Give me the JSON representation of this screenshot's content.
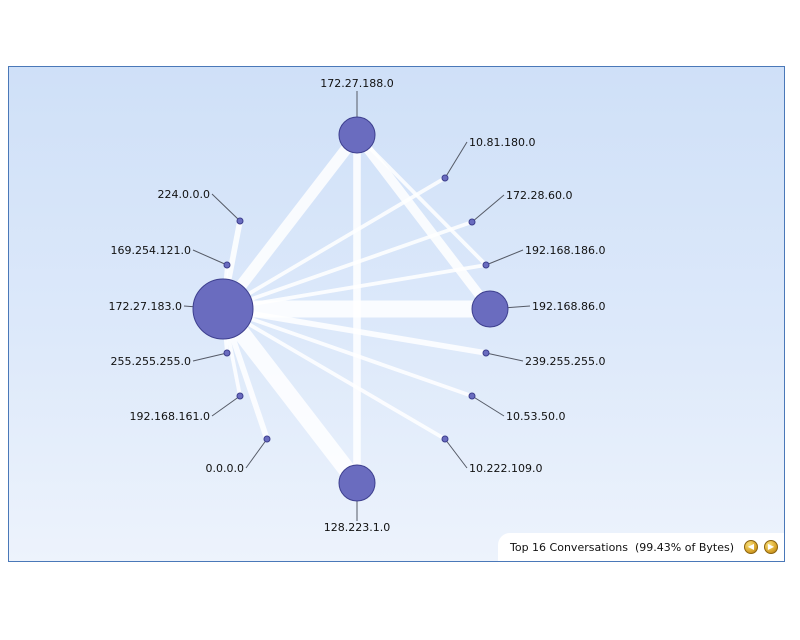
{
  "diagram": {
    "nodes": [
      {
        "id": "n1",
        "label": "172.27.188.0",
        "size": 3,
        "color": "#6a6cbf"
      },
      {
        "id": "n2",
        "label": "10.81.180.0",
        "size": 1,
        "color": "#6a6cbf"
      },
      {
        "id": "n3",
        "label": "172.28.60.0",
        "size": 1,
        "color": "#6a6cbf"
      },
      {
        "id": "n4",
        "label": "192.168.186.0",
        "size": 1,
        "color": "#6a6cbf"
      },
      {
        "id": "n5",
        "label": "192.168.86.0",
        "size": 3,
        "color": "#6a6cbf"
      },
      {
        "id": "n6",
        "label": "239.255.255.0",
        "size": 1,
        "color": "#6a6cbf"
      },
      {
        "id": "n7",
        "label": "10.53.50.0",
        "size": 1,
        "color": "#6a6cbf"
      },
      {
        "id": "n8",
        "label": "10.222.109.0",
        "size": 1,
        "color": "#6a6cbf"
      },
      {
        "id": "n9",
        "label": "128.223.1.0",
        "size": 3,
        "color": "#6a6cbf"
      },
      {
        "id": "n10",
        "label": "0.0.0.0",
        "size": 1,
        "color": "#6a6cbf"
      },
      {
        "id": "n11",
        "label": "192.168.161.0",
        "size": 1,
        "color": "#6a6cbf"
      },
      {
        "id": "n12",
        "label": "255.255.255.0",
        "size": 1,
        "color": "#6a6cbf"
      },
      {
        "id": "n13",
        "label": "172.27.183.0",
        "size": 5,
        "color": "#6a6cbf"
      },
      {
        "id": "n14",
        "label": "169.254.121.0",
        "size": 1,
        "color": "#6a6cbf"
      },
      {
        "id": "n15",
        "label": "224.0.0.0",
        "size": 1,
        "color": "#6a6cbf"
      }
    ],
    "edges": [
      {
        "from": "n13",
        "to": "n5",
        "weight": 9
      },
      {
        "from": "n13",
        "to": "n9",
        "weight": 9
      },
      {
        "from": "n13",
        "to": "n1",
        "weight": 6
      },
      {
        "from": "n1",
        "to": "n5",
        "weight": 5
      },
      {
        "from": "n1",
        "to": "n9",
        "weight": 4
      },
      {
        "from": "n13",
        "to": "n6",
        "weight": 3
      },
      {
        "from": "n13",
        "to": "n4",
        "weight": 2
      },
      {
        "from": "n13",
        "to": "n3",
        "weight": 2
      },
      {
        "from": "n13",
        "to": "n2",
        "weight": 2
      },
      {
        "from": "n13",
        "to": "n7",
        "weight": 2
      },
      {
        "from": "n13",
        "to": "n8",
        "weight": 2
      },
      {
        "from": "n13",
        "to": "n10",
        "weight": 3
      },
      {
        "from": "n13",
        "to": "n15",
        "weight": 3
      },
      {
        "from": "n13",
        "to": "n14",
        "weight": 2
      },
      {
        "from": "n13",
        "to": "n12",
        "weight": 2
      },
      {
        "from": "n13",
        "to": "n11",
        "weight": 2
      },
      {
        "from": "n1",
        "to": "n4",
        "weight": 2
      }
    ]
  },
  "status": {
    "text": "Top 16 Conversations  (99.43% of Bytes)",
    "prev_icon": "left-arrow",
    "next_icon": "right-arrow"
  },
  "colors": {
    "node_fill": "#6a6cbf",
    "edge": "#ffffff",
    "background_top": "#cfe0f8",
    "background_bottom": "#edf3fc",
    "frame": "#4a78b8"
  }
}
